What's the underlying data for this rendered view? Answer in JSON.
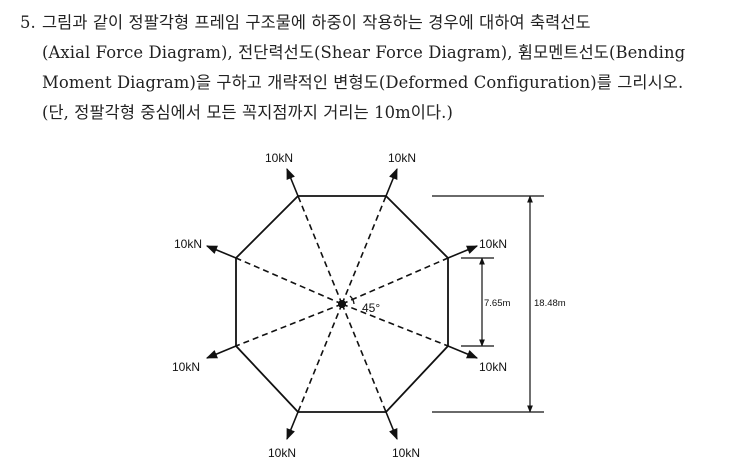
{
  "problem": {
    "number": "5.",
    "lines": [
      "그림과 같이 정팔각형 프레임 구조물에 하중이 작용하는 경우에 대하여 축력선도",
      "(Axial Force Diagram), 전단력선도(Shear Force Diagram), 휨모멘트선도(Bending",
      "Moment Diagram)을 구하고 개략적인 변형도(Deformed Configuration)를 그리시오.",
      "(단, 정팔각형 중심에서 모든 꼭지점까지 거리는 10m이다.)"
    ]
  },
  "figure": {
    "load_labels": [
      "10kN",
      "10kN",
      "10kN",
      "10kN",
      "10kN",
      "10kN",
      "10kN",
      "10kN"
    ],
    "angle_label": "45°",
    "dim_inner": "7.65m",
    "dim_outer": "18.48m"
  }
}
